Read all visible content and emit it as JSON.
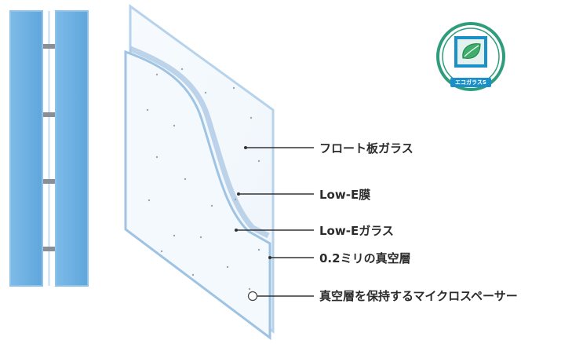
{
  "labels": [
    "フロート板ガラス",
    "Low-E膜",
    "Low-Eガラス",
    "0.2ミリの真空層",
    "真空層を保持するマイクロスペーサー"
  ],
  "badge": {
    "text": "エコガラスS"
  },
  "colors": {
    "accent_blue": "#6fb3e3",
    "glass_edge": "#9fc3e2",
    "badge_ring": "#2f9d7b",
    "badge_inner": "#1b8fc7",
    "leader_line": "#333333"
  }
}
